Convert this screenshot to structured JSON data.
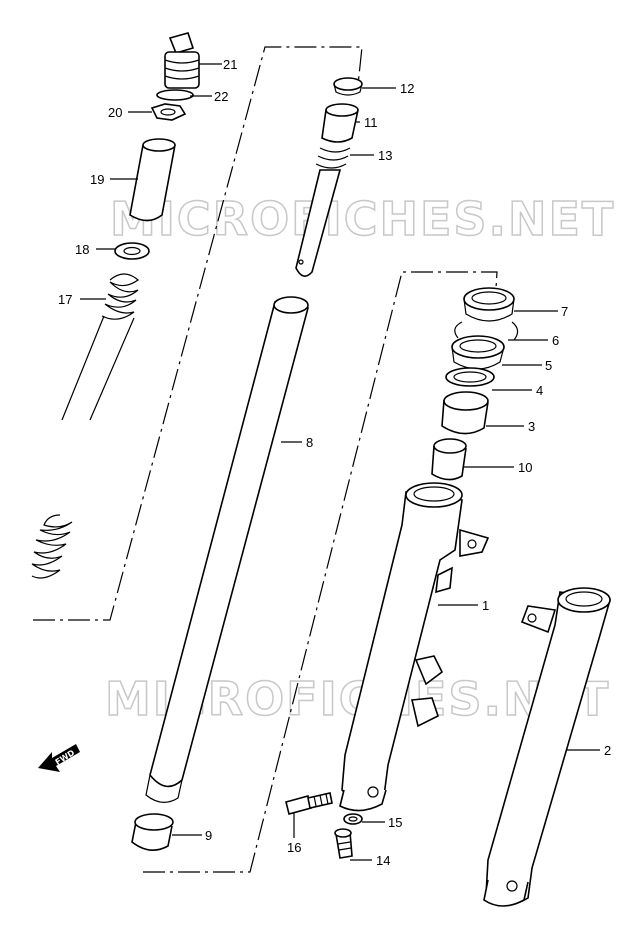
{
  "watermark": "MICROFICHES.NET",
  "fwd_label": "FWD",
  "callouts": [
    "21",
    "22",
    "20",
    "19",
    "18",
    "17",
    "12",
    "11",
    "13",
    "8",
    "7",
    "6",
    "5",
    "4",
    "3",
    "10",
    "1",
    "2",
    "9",
    "15",
    "16",
    "14"
  ]
}
